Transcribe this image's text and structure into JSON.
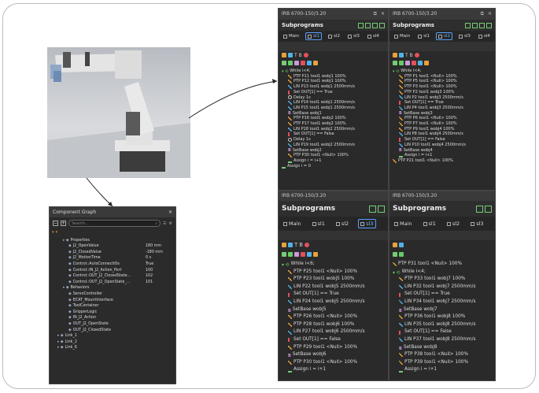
{
  "top_left_panel": {
    "title": "IRB 6700-150/3.20",
    "subprograms_label": "Subprograms",
    "tabs": [
      {
        "label": "Main"
      },
      {
        "label": "sl1",
        "selected": true
      },
      {
        "label": "sl2"
      },
      {
        "label": "sl3"
      },
      {
        "label": "sl4"
      }
    ],
    "tree": [
      {
        "indent": 0,
        "kind": "while",
        "text": "While i<4;"
      },
      {
        "indent": 1,
        "kind": "ptp",
        "text": "PTP P11 tool1 wobj1 100%"
      },
      {
        "indent": 1,
        "kind": "ptp",
        "text": "PTP P12 tool1 wobj1 100%"
      },
      {
        "indent": 1,
        "kind": "lin",
        "text": "LIN P13 tool1 wobj1 2500mm/s"
      },
      {
        "indent": 1,
        "kind": "setout",
        "text": "Set OUT[1] == True"
      },
      {
        "indent": 1,
        "kind": "delay",
        "text": "Delay 1s"
      },
      {
        "indent": 1,
        "kind": "lin",
        "text": "LIN P14 tool1 wobj1 2500mm/s"
      },
      {
        "indent": 1,
        "kind": "lin",
        "text": "LIN P15 tool1 wobj1 2500mm/s"
      },
      {
        "indent": 1,
        "kind": "base",
        "text": "SetBase wobj1"
      },
      {
        "indent": 1,
        "kind": "ptp",
        "text": "PTP P16 tool1 wobj2 100%"
      },
      {
        "indent": 1,
        "kind": "ptp",
        "text": "PTP P17 tool1 wobj2 100%"
      },
      {
        "indent": 1,
        "kind": "lin",
        "text": "LIN P18 tool1 wobj2 2500mm/s"
      },
      {
        "indent": 1,
        "kind": "setout",
        "text": "Set OUT[1] == False"
      },
      {
        "indent": 1,
        "kind": "delay",
        "text": "Delay 1s"
      },
      {
        "indent": 1,
        "kind": "lin",
        "text": "LIN P19 tool1 wobj2 2500mm/s"
      },
      {
        "indent": 1,
        "kind": "base",
        "text": "SetBase wobj2"
      },
      {
        "indent": 1,
        "kind": "ptp",
        "text": "PTP P30 tool1 <Null> 100%"
      },
      {
        "indent": 1,
        "kind": "assign",
        "text": "Assign i = i+1"
      },
      {
        "indent": 0,
        "kind": "assign",
        "text": "Assign i = 0"
      }
    ]
  },
  "top_right_panel": {
    "title": "IRB 6700-150/3.20",
    "subprograms_label": "Subprograms",
    "tabs": [
      {
        "label": "Main"
      },
      {
        "label": "sl1"
      },
      {
        "label": "sl2",
        "selected": true
      },
      {
        "label": "sl3"
      },
      {
        "label": "sl4"
      }
    ],
    "tree": [
      {
        "indent": 0,
        "kind": "while",
        "text": "While i<4;"
      },
      {
        "indent": 1,
        "kind": "ptp",
        "text": "PTP P1 tool1 <Null> 100%"
      },
      {
        "indent": 1,
        "kind": "ptp",
        "text": "PTP P5 tool1 <Null> 100%"
      },
      {
        "indent": 1,
        "kind": "ptp",
        "text": "PTP P3 tool1 <Null> 100%"
      },
      {
        "indent": 1,
        "kind": "ptp",
        "text": "PTP P2 tool1 wobj3 100%"
      },
      {
        "indent": 1,
        "kind": "lin",
        "text": "LIN P2 tool1 wobj3 2500mm/s"
      },
      {
        "indent": 1,
        "kind": "setout",
        "text": "Set OUT[1] == True"
      },
      {
        "indent": 1,
        "kind": "lin",
        "text": "LIN P4 tool1 wobj3 2500mm/s"
      },
      {
        "indent": 1,
        "kind": "base",
        "text": "SetBase wobj3"
      },
      {
        "indent": 1,
        "kind": "ptp",
        "text": "PTP P6 tool1 <Null> 100%"
      },
      {
        "indent": 1,
        "kind": "ptp",
        "text": "PTP P7 tool1 <Null> 100%"
      },
      {
        "indent": 1,
        "kind": "ptp",
        "text": "PTP P9 tool1 wobj4 100%"
      },
      {
        "indent": 1,
        "kind": "lin",
        "text": "LIN P8 tool1 wobj4 2500mm/s"
      },
      {
        "indent": 1,
        "kind": "setout",
        "text": "Set OUT[1] == False"
      },
      {
        "indent": 1,
        "kind": "lin",
        "text": "LIN P10 tool1 wobj4 2500mm/s"
      },
      {
        "indent": 1,
        "kind": "base",
        "text": "SetBase wobj4"
      },
      {
        "indent": 1,
        "kind": "assign",
        "text": "Assign i = i+1"
      },
      {
        "indent": 0,
        "kind": "ptp",
        "text": "PTP P21 tool1 <Null> 100%"
      }
    ]
  },
  "bottom_left_panel": {
    "title": "IRB 6700-150/3.20",
    "subprograms_label": "Subprograms",
    "tabs": [
      {
        "label": "Main"
      },
      {
        "label": "sl1"
      },
      {
        "label": "sl2"
      },
      {
        "label": "sl3",
        "selected": true
      }
    ],
    "tree": [
      {
        "indent": 0,
        "kind": "while",
        "text": "While i<6;"
      },
      {
        "indent": 1,
        "kind": "ptp",
        "text": "PTP P25 tool1 <Null> 100%"
      },
      {
        "indent": 1,
        "kind": "ptp",
        "text": "PTP P23 tool1 wobj5 100%"
      },
      {
        "indent": 1,
        "kind": "lin",
        "text": "LIN P22 tool1 wobj5 2500mm/s"
      },
      {
        "indent": 1,
        "kind": "setout",
        "text": "Set OUT[1] == True"
      },
      {
        "indent": 1,
        "kind": "lin",
        "text": "LIN P24 tool1 wobj5 2500mm/s"
      },
      {
        "indent": 1,
        "kind": "base",
        "text": "SetBase wobj5"
      },
      {
        "indent": 1,
        "kind": "ptp",
        "text": "PTP P26 tool1 <Null> 100%"
      },
      {
        "indent": 1,
        "kind": "ptp",
        "text": "PTP P28 tool1 wobj6 100%"
      },
      {
        "indent": 1,
        "kind": "lin",
        "text": "LIN P27 tool1 wobj6 2500mm/s"
      },
      {
        "indent": 1,
        "kind": "setout",
        "text": "Set OUT[1] == False"
      },
      {
        "indent": 1,
        "kind": "ptp",
        "text": "PTP P29 tool1 <Null> 100%"
      },
      {
        "indent": 1,
        "kind": "base",
        "text": "SetBase wobj6"
      },
      {
        "indent": 1,
        "kind": "ptp",
        "text": "PTP P30 tool1 <Null> 100%"
      },
      {
        "indent": 1,
        "kind": "assign",
        "text": "Assign i = i+1"
      }
    ]
  },
  "bottom_right_panel": {
    "title": "IRB 6700-150/3.20",
    "subprograms_label": "Subprograms",
    "tabs": [
      {
        "label": "Main"
      },
      {
        "label": "sl1"
      },
      {
        "label": "sl2"
      },
      {
        "label": "sl3"
      }
    ],
    "tree": [
      {
        "indent": 0,
        "kind": "ptp",
        "text": "PTP P31 tool1 <Null> 100%"
      },
      {
        "indent": 0,
        "kind": "while",
        "text": "While i<4;"
      },
      {
        "indent": 1,
        "kind": "ptp",
        "text": "PTP P33 tool1 wobj7 100%"
      },
      {
        "indent": 1,
        "kind": "lin",
        "text": "LIN P32 tool1 wobj7 2500mm/s"
      },
      {
        "indent": 1,
        "kind": "setout",
        "text": "Set OUT[1] == True"
      },
      {
        "indent": 1,
        "kind": "lin",
        "text": "LIN P34 tool1 wobj7 2500mm/s"
      },
      {
        "indent": 1,
        "kind": "base",
        "text": "SetBase wobj7"
      },
      {
        "indent": 1,
        "kind": "ptp",
        "text": "PTP P36 tool1 wobj8 100%"
      },
      {
        "indent": 1,
        "kind": "lin",
        "text": "LIN P35 tool1 wobj8 2500mm/s"
      },
      {
        "indent": 1,
        "kind": "setout",
        "text": "Set OUT[1] == False"
      },
      {
        "indent": 1,
        "kind": "lin",
        "text": "LIN P37 tool1 wobj8 2500mm/s"
      },
      {
        "indent": 1,
        "kind": "base",
        "text": "SetBase wobj8"
      },
      {
        "indent": 1,
        "kind": "ptp",
        "text": "PTP P38 tool1 <Null> 100%"
      },
      {
        "indent": 1,
        "kind": "ptp",
        "text": "PTP P39 tool1 <Null> 100%"
      },
      {
        "indent": 1,
        "kind": "assign",
        "text": "Assign i = i+1"
      }
    ]
  },
  "component_graph": {
    "title": "Component Graph",
    "search_placeholder": "Search...",
    "items": [
      {
        "indent": 2,
        "text": "Properties",
        "value": ""
      },
      {
        "indent": 3,
        "text": "J2_OpenValue",
        "value": "180 mm"
      },
      {
        "indent": 3,
        "text": "J2_ClosedValue",
        "value": "-180 mm"
      },
      {
        "indent": 3,
        "text": "J2_MotionTime",
        "value": "0 s"
      },
      {
        "indent": 3,
        "text": "Control::AutoConnectIOs",
        "value": "True"
      },
      {
        "indent": 3,
        "text": "Control::IN_J2_Action_Port",
        "value": "100"
      },
      {
        "indent": 3,
        "text": "Control::OUT_J2_ClosedState...",
        "value": "102"
      },
      {
        "indent": 3,
        "text": "Control::OUT_J2_OpenState_...",
        "value": "101"
      },
      {
        "indent": 2,
        "text": "Behaviors",
        "value": ""
      },
      {
        "indent": 3,
        "text": "ServoController",
        "value": ""
      },
      {
        "indent": 3,
        "text": "ECAT_MountInterface",
        "value": ""
      },
      {
        "indent": 3,
        "text": "ToolContainer",
        "value": ""
      },
      {
        "indent": 3,
        "text": "GripperLogic",
        "value": ""
      },
      {
        "indent": 3,
        "text": "IN_J2_Action",
        "value": ""
      },
      {
        "indent": 3,
        "text": "OUT_J2_OpenState",
        "value": ""
      },
      {
        "indent": 3,
        "text": "OUT_J2_ClosedState",
        "value": ""
      },
      {
        "indent": 1,
        "text": "Link_1",
        "value": ""
      },
      {
        "indent": 1,
        "text": "Link_2",
        "value": ""
      },
      {
        "indent": 1,
        "text": "Link_6",
        "value": ""
      }
    ]
  }
}
